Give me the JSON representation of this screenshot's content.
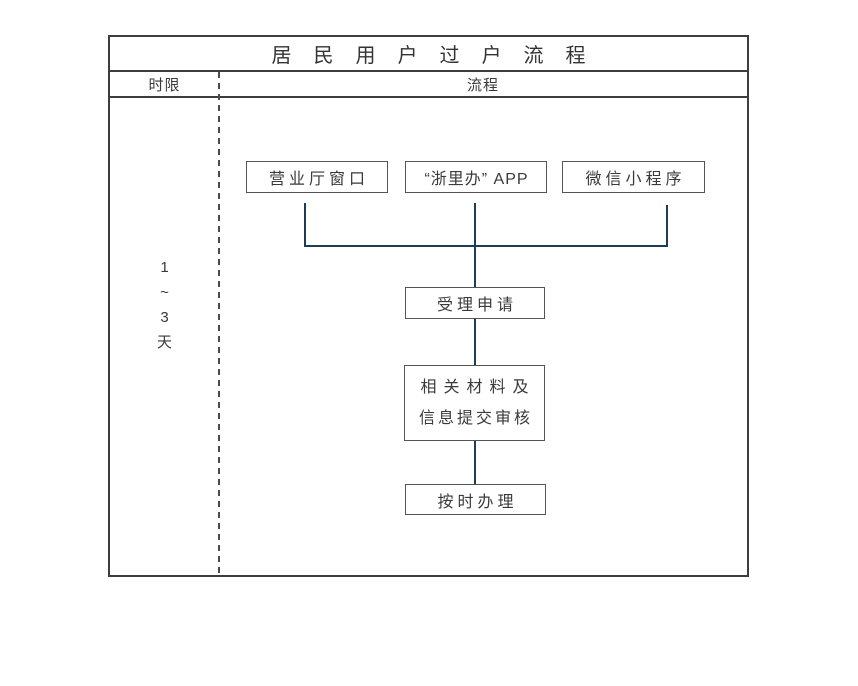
{
  "title": "居民用户过户流程",
  "header": {
    "time_label": "时限",
    "process_label": "流程"
  },
  "time_limit": {
    "lines": [
      "1",
      "~",
      "3",
      "天"
    ]
  },
  "flow": {
    "channels": [
      {
        "label": "营业厅窗口"
      },
      {
        "label": "“浙里办” APP"
      },
      {
        "label": "微信小程序"
      }
    ],
    "steps": [
      {
        "label": "受理申请"
      },
      {
        "lines": [
          "相关材料及",
          "信息提交审核"
        ]
      },
      {
        "label": "按时办理"
      }
    ]
  },
  "colors": {
    "frame_border": "#3d3d3d",
    "box_border": "#555555",
    "text": "#3a3a3a",
    "connector": "#1e3c55",
    "background": "#ffffff"
  }
}
